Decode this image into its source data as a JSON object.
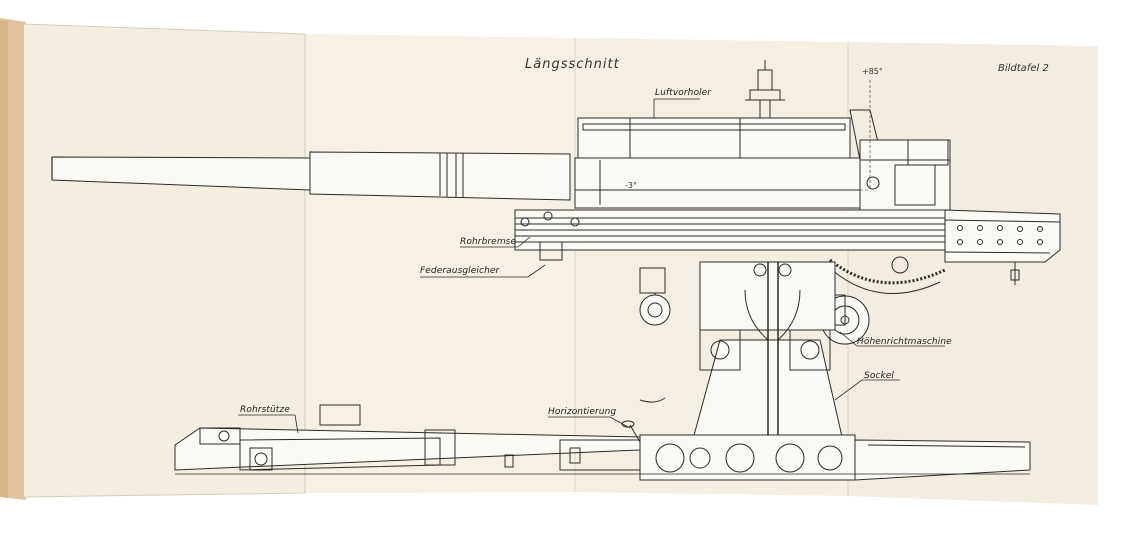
{
  "diagram": {
    "title": "Längsschnitt",
    "plate": "Bildtafel 2",
    "angles": {
      "max": "+85°",
      "min": "-3°"
    },
    "labels": {
      "luftvorholer": "Luftvorholer",
      "rohrbremse": "Rohrbremse",
      "federausgleicher": "Federausgleicher",
      "hoehenrichtmaschine": "Höhenrichtmaschine",
      "sockel": "Sockel",
      "rohrstuetze": "Rohrstütze",
      "horizontierung": "Horizontierung"
    }
  },
  "colors": {
    "background": "#ffffff",
    "cover": "#e8c9a0",
    "page": "#f3efe3",
    "page_shadow": "#e6e0cf",
    "ink": "#2b2b2b"
  }
}
